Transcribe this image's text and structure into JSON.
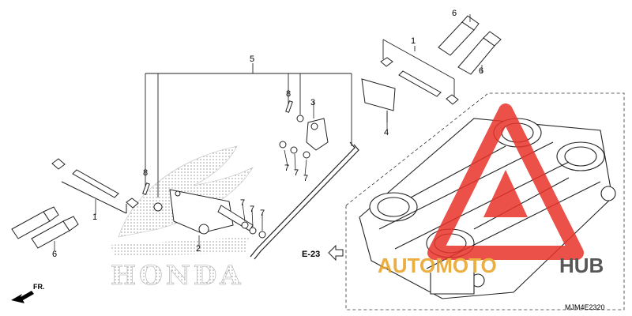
{
  "callouts": {
    "c1_top": "1",
    "c1_left": "1",
    "c2": "2",
    "c3": "3",
    "c4": "4",
    "c5": "5",
    "c6_a": "6",
    "c6_b": "6",
    "c6_c": "6",
    "c7_a": "7",
    "c7_b": "7",
    "c7_c": "7",
    "c7_d": "7",
    "c7_e": "7",
    "c7_f": "7",
    "c8_a": "8",
    "c8_b": "8"
  },
  "reference": "E-23",
  "direction": "FR.",
  "diagram_code": "MJM4E2320",
  "brand": "HONDA",
  "watermark": {
    "text_part1": "AUTOMOTO",
    "text_part2": "HUB",
    "color_red": "#e8332a",
    "color_gold": "#e8a020",
    "color_dark": "#3a3a3a"
  }
}
